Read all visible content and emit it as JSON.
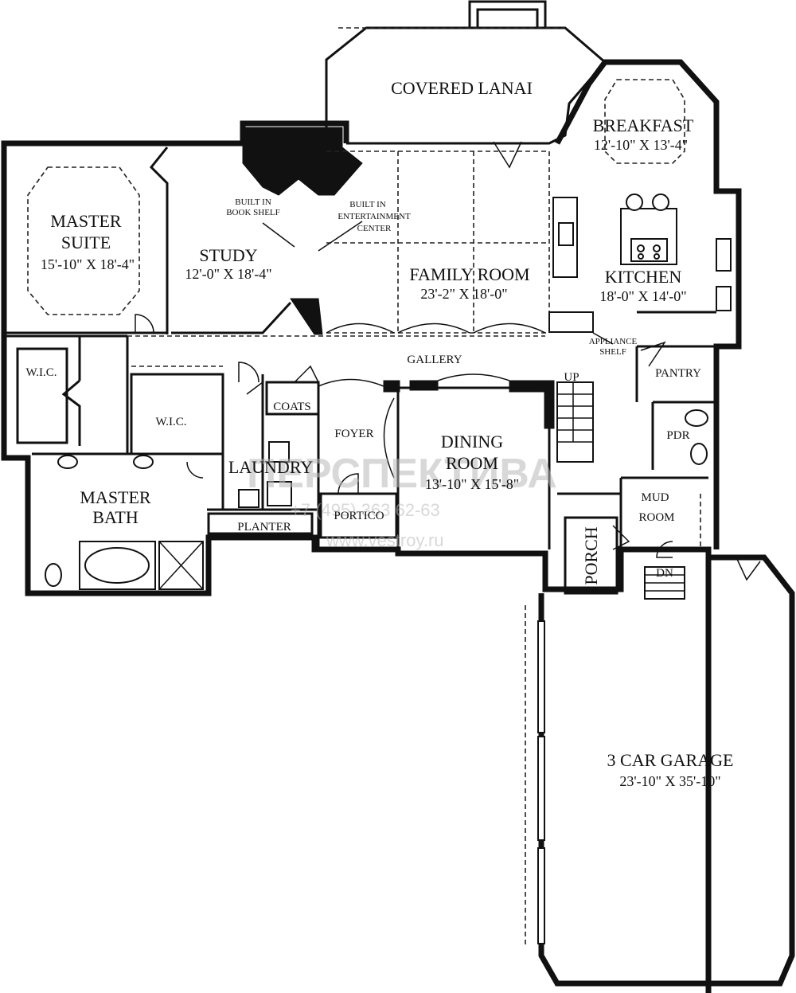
{
  "rooms": {
    "lanai": {
      "name": "COVERED LANAI"
    },
    "breakfast": {
      "name": "BREAKFAST",
      "dim": "12'-10\" X 13'-4\""
    },
    "master_suite": {
      "name1": "MASTER",
      "name2": "SUITE",
      "dim": "15'-10\" X 18'-4\""
    },
    "study": {
      "name": "STUDY",
      "dim": "12'-0\" X 18'-4\""
    },
    "family_room": {
      "name": "FAMILY ROOM",
      "dim": "23'-2\" X 18'-0\""
    },
    "kitchen": {
      "name": "KITCHEN",
      "dim": "18'-0\" X 14'-0\""
    },
    "gallery": {
      "name": "GALLERY"
    },
    "pantry": {
      "name": "PANTRY"
    },
    "wic1": {
      "name": "W.I.C."
    },
    "wic2": {
      "name": "W.I.C."
    },
    "coats": {
      "name": "COATS"
    },
    "foyer": {
      "name": "FOYER"
    },
    "dining": {
      "name1": "DINING",
      "name2": "ROOM",
      "dim": "13'-10\" X 15'-8\""
    },
    "pdr": {
      "name": "PDR"
    },
    "laundry": {
      "name": "LAUNDRY"
    },
    "master_bath": {
      "name1": "MASTER",
      "name2": "BATH"
    },
    "mud_room": {
      "name1": "MUD",
      "name2": "ROOM"
    },
    "planter": {
      "name": "PLANTER"
    },
    "portico": {
      "name": "PORTICO"
    },
    "porch": {
      "name": "PORCH"
    },
    "garage": {
      "name": "3 CAR GARAGE",
      "dim": "23'-10\" X 35'-10\""
    }
  },
  "annotations": {
    "book_shelf_1": "BUILT IN",
    "book_shelf_2": "BOOK SHELF",
    "entertainment_1": "BUILT IN",
    "entertainment_2": "ENTERTAINMENT",
    "entertainment_3": "CENTER",
    "appliance_1": "APPLIANCE",
    "appliance_2": "SHELF",
    "stairs_up": "UP",
    "stairs_down": "DN"
  },
  "watermark": {
    "brand": "ПЕРСПЕКТИВА",
    "phone": "+7 (495) 363 62-63",
    "site": "www.vestroy.ru"
  }
}
